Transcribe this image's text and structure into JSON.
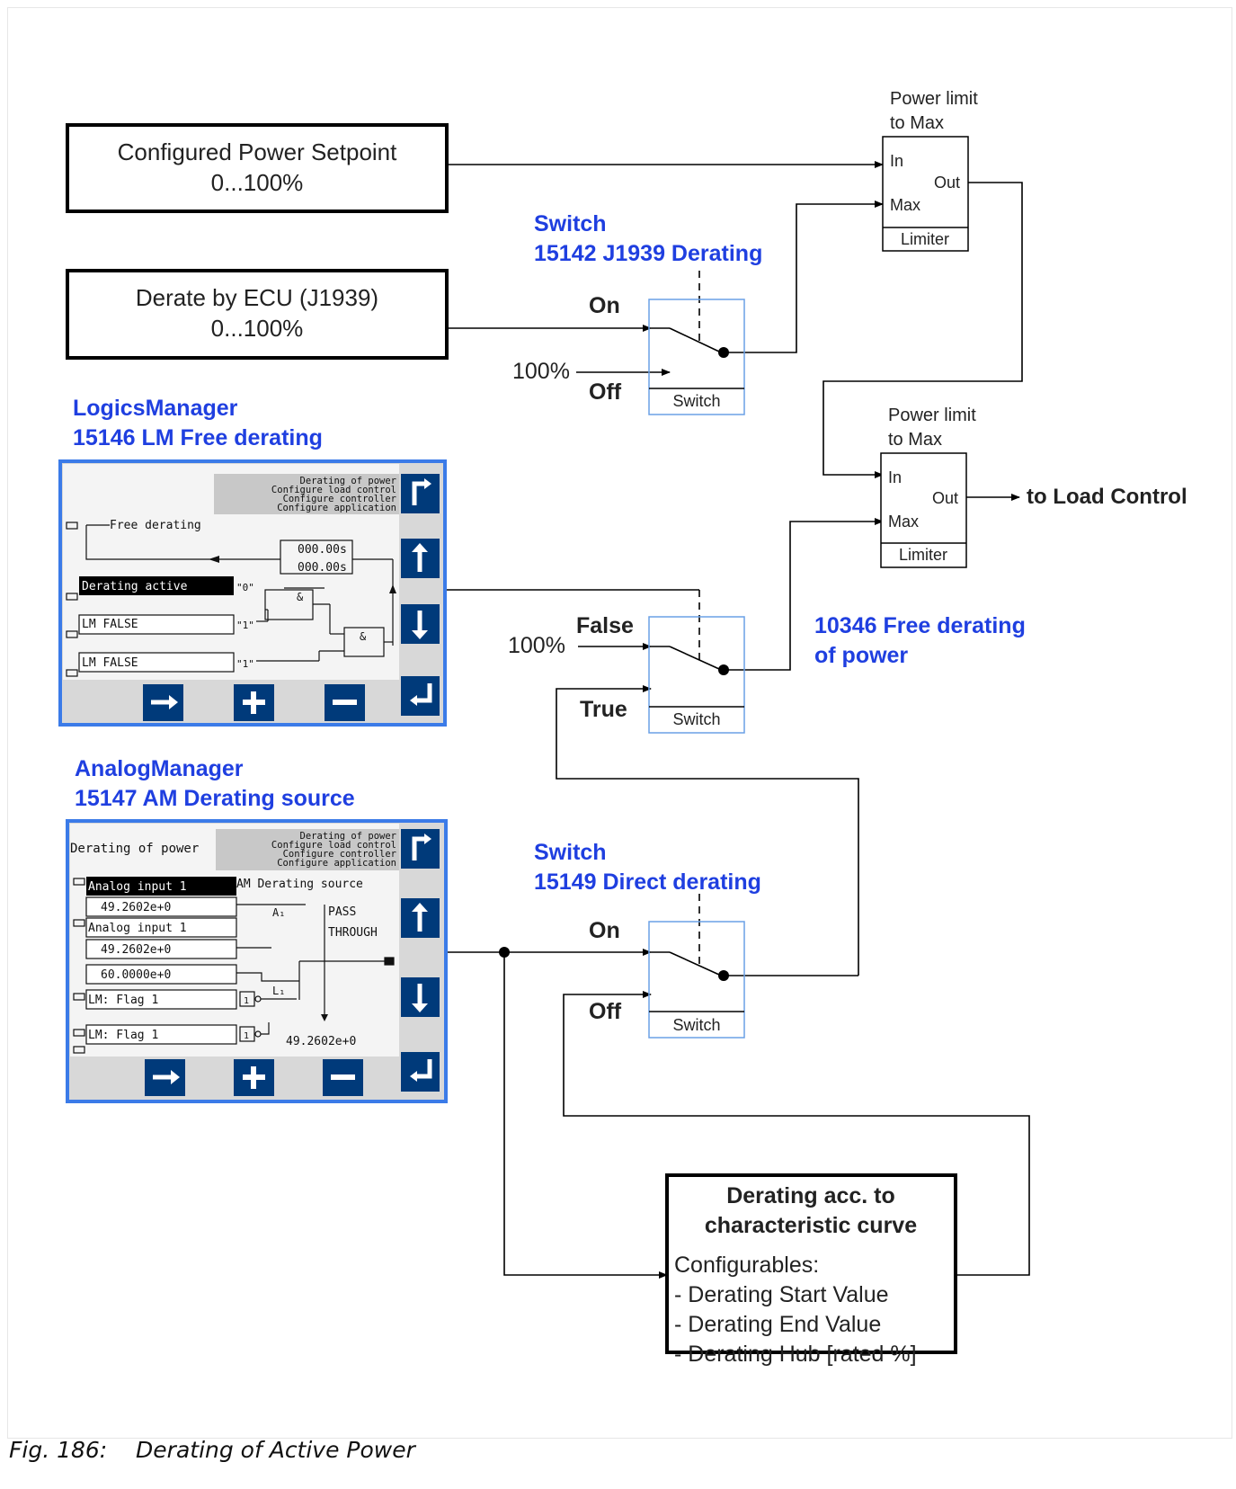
{
  "caption": {
    "fig_number": "Fig. 186:",
    "fig_title": "Derating of Active Power"
  },
  "setpoint_box": {
    "line1": "Configured Power Setpoint",
    "line2": "0...100%"
  },
  "ecu_box": {
    "line1": "Derate by ECU (J1939)",
    "line2": "0...100%"
  },
  "limiter1": {
    "title1": "Power limit",
    "title2": "to Max",
    "in": "In",
    "max": "Max",
    "out": "Out",
    "footer": "Limiter"
  },
  "limiter2": {
    "title1": "Power limit",
    "title2": "to Max",
    "in": "In",
    "max": "Max",
    "out": "Out",
    "footer": "Limiter"
  },
  "output_label": "to Load Control",
  "switch1": {
    "title1": "Switch",
    "title2": "15142 J1939 Derating",
    "top": "On",
    "bottom": "Off",
    "input_value": "100%",
    "footer": "Switch"
  },
  "switch2": {
    "top": "False",
    "bottom": "True",
    "input_value": "100%",
    "footer": "Switch",
    "param1": "10346 Free derating",
    "param2": "of power"
  },
  "switch3": {
    "title1": "Switch",
    "title2": "15149 Direct derating",
    "top": "On",
    "bottom": "Off",
    "footer": "Switch"
  },
  "logics": {
    "title1": "LogicsManager",
    "title2": "15146 LM Free derating",
    "header": [
      "Derating of power",
      "Configure load control",
      "Configure controller",
      "Configure application"
    ],
    "free_label": "Free derating",
    "timer1": "000.00s",
    "timer2": "000.00s",
    "inputs": [
      "Derating active",
      "LM FALSE",
      "LM FALSE"
    ],
    "markers": [
      "\"0\"",
      "\"1\"",
      "\"1\""
    ],
    "and_sign": "&"
  },
  "analog": {
    "title1": "AnalogManager",
    "title2": "15147 AM Derating source",
    "screen_title": "Derating of power",
    "header": [
      "Derating of power",
      "Configure load control",
      "Configure controller",
      "Configure application"
    ],
    "fields": [
      "Analog input 1",
      "49.2602e+0",
      "Analog input 1",
      "49.2602e+0",
      "60.0000e+0",
      "LM: Flag 1",
      "LM: Flag 1"
    ],
    "source_label": "AM Derating source",
    "a1": "A₁",
    "l1": "L₁",
    "pass1": "PASS",
    "pass2": "THROUGH",
    "gate": "1",
    "result": "49.2602e+0"
  },
  "curve_box": {
    "title1": "Derating acc. to",
    "title2": "characteristic curve",
    "configurables": "Configurables:",
    "items": [
      "- Derating Start Value",
      "- Derating End Value",
      "- Derating Hub [rated %]"
    ]
  },
  "colors": {
    "accent": "#1f3fe0",
    "panel_button": "#003a7a",
    "screen_border": "#3b7be8"
  }
}
